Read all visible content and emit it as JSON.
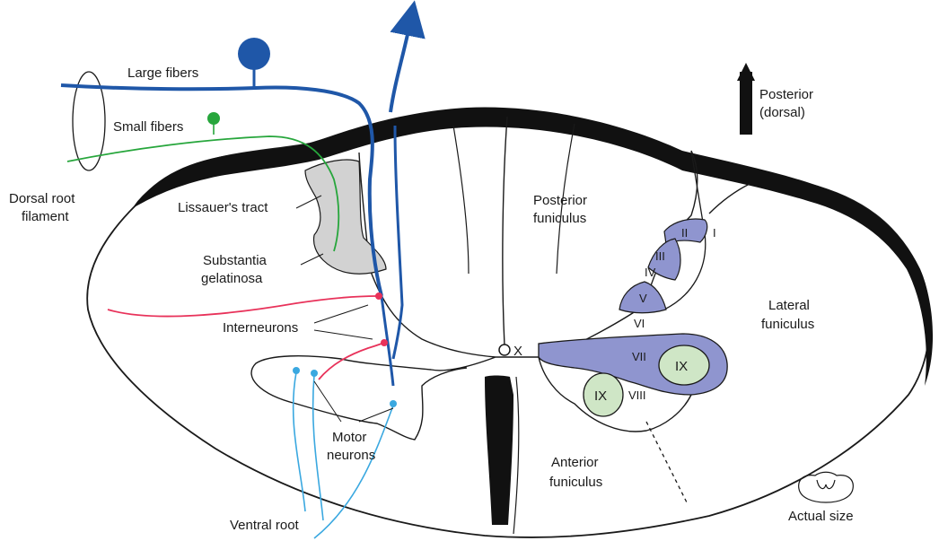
{
  "labels": {
    "large_fibers": "Large fibers",
    "small_fibers": "Small fibers",
    "dorsal_root_line1": "Dorsal root",
    "dorsal_root_line2": "filament",
    "lissauer": "Lissauer's tract",
    "substantia_line1": "Substantia",
    "substantia_line2": "gelatinosa",
    "interneurons": "Interneurons",
    "motor_line1": "Motor",
    "motor_line2": "neurons",
    "ventral_root": "Ventral root",
    "posterior_funiculus_line1": "Posterior",
    "posterior_funiculus_line2": "funiculus",
    "lateral_funiculus_line1": "Lateral",
    "lateral_funiculus_line2": "funiculus",
    "anterior_funiculus_line1": "Anterior",
    "anterior_funiculus_line2": "funiculus",
    "posterior_dir_line1": "Posterior",
    "posterior_dir_line2": "(dorsal)",
    "actual_size": "Actual size"
  },
  "laminae": {
    "I": "I",
    "II": "II",
    "III": "III",
    "IV": "IV",
    "V": "V",
    "VI": "VI",
    "VII": "VII",
    "VIII": "VIII",
    "IX_lateral": "IX",
    "IX_medial": "IX",
    "X": "X"
  },
  "colors": {
    "large_fiber": "#1f57a8",
    "small_fiber": "#27a63c",
    "interneuron": "#e8325a",
    "motor": "#3aa8e0",
    "lamina_fill": "#8f95cf",
    "ix_fill": "#cfe6c6",
    "sg_fill": "#d2d2d2",
    "outline": "#1a1a1a"
  }
}
